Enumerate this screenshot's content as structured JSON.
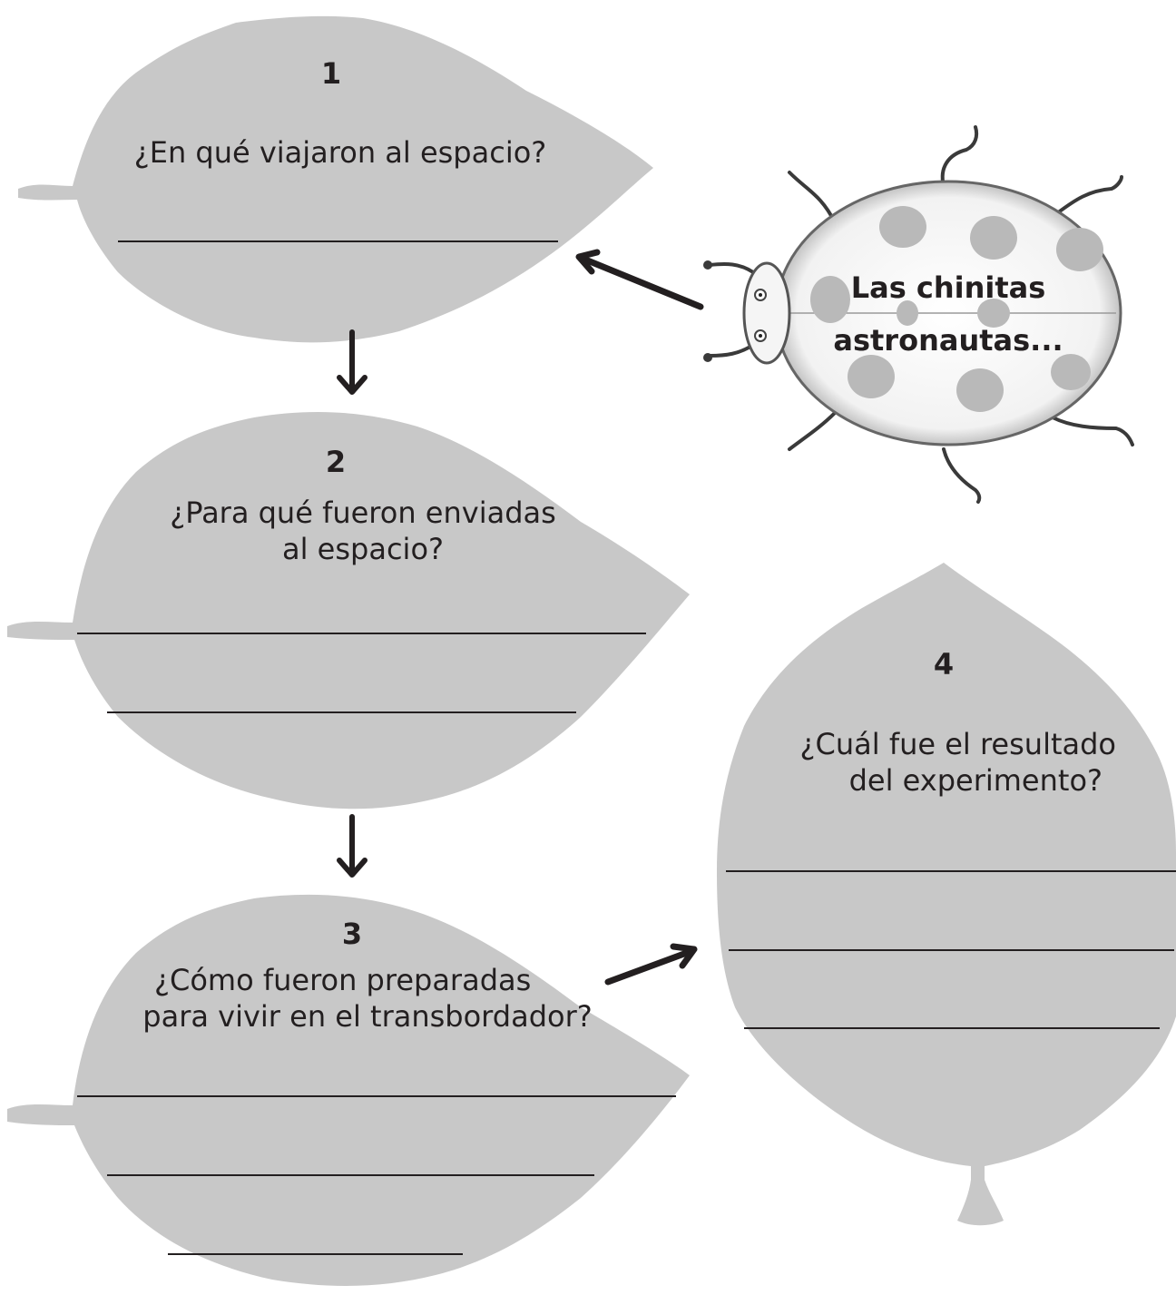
{
  "title": {
    "line1": "Las chinitas",
    "line2": "astronautas..."
  },
  "leaves": [
    {
      "number": "1",
      "question_line1": "¿En qué viajaron al espacio?",
      "question_line2": ""
    },
    {
      "number": "2",
      "question_line1": "¿Para qué fueron enviadas",
      "question_line2": "al espacio?"
    },
    {
      "number": "3",
      "question_line1": "¿Cómo fueron preparadas",
      "question_line2": "para vivir en el transbordador?"
    },
    {
      "number": "4",
      "question_line1": "¿Cuál fue el resultado",
      "question_line2": "del experimento?"
    }
  ],
  "colors": {
    "leaf_fill": "#c8c8c8",
    "ink": "#231f20",
    "spot": "#b9b9b9"
  },
  "icons": [
    "ladybug-icon",
    "arrow-icon",
    "leaf-icon"
  ]
}
